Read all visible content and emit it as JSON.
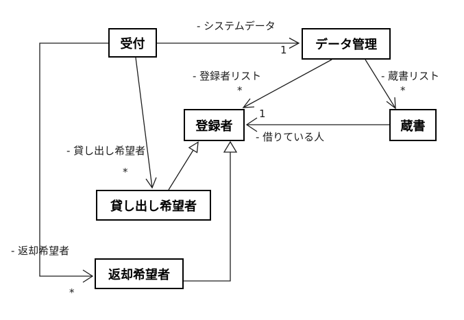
{
  "diagram": {
    "type": "uml-class-collaboration-diagram",
    "background_color": "#ffffff",
    "line_color": "#1c1c1c",
    "box_border_color": "#000000",
    "classes": [
      {
        "id": "reception",
        "label": "受付"
      },
      {
        "id": "data-management",
        "label": "データ管理"
      },
      {
        "id": "registrant",
        "label": "登録者"
      },
      {
        "id": "book",
        "label": "蔵書"
      },
      {
        "id": "loan-applicant",
        "label": "貸し出し希望者"
      },
      {
        "id": "return-applicant",
        "label": "返却希望者"
      }
    ],
    "edges": [
      {
        "from": "受付",
        "to": "データ管理",
        "type": "association-arrow",
        "label": "- システムデータ",
        "multiplicity": "1"
      },
      {
        "from": "受付",
        "to": "返却希望者",
        "type": "association-arrow",
        "label": "- 返却希望者",
        "multiplicity": "*"
      },
      {
        "from": "受付",
        "to": "貸し出し希望者",
        "type": "association-arrow",
        "label": "- 貸し出し希望者",
        "multiplicity": "*"
      },
      {
        "from": "データ管理",
        "to": "登録者",
        "type": "association-arrow",
        "label": "- 登録者リスト",
        "multiplicity": "*"
      },
      {
        "from": "データ管理",
        "to": "蔵書",
        "type": "association-arrow",
        "label": "- 蔵書リスト",
        "multiplicity": "*"
      },
      {
        "from": "蔵書",
        "to": "登録者",
        "type": "association-arrow",
        "label": "- 借りている人",
        "multiplicity": "1"
      },
      {
        "from": "貸し出し希望者",
        "to": "登録者",
        "type": "generalization",
        "label": "",
        "multiplicity": ""
      },
      {
        "from": "返却希望者",
        "to": "登録者",
        "type": "generalization",
        "label": "",
        "multiplicity": ""
      }
    ]
  }
}
